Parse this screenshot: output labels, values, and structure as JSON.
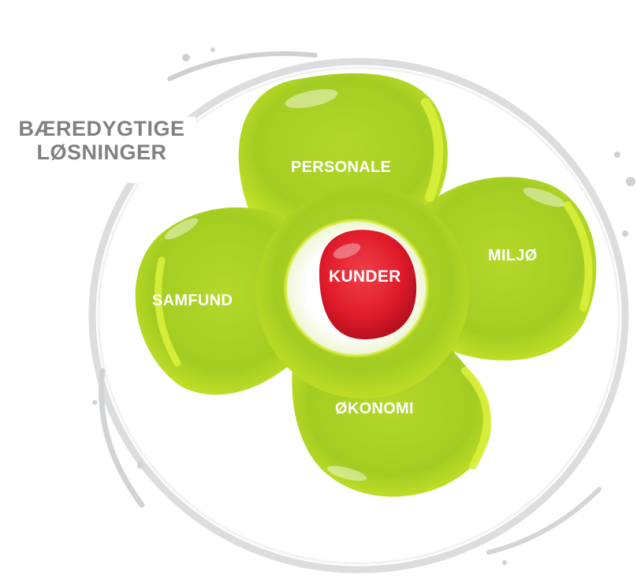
{
  "title": {
    "line1": "BÆREDYGTIGE",
    "line2": "LØSNINGER"
  },
  "center": {
    "label": "KUNDER",
    "color": "#e4202e"
  },
  "petals": [
    {
      "id": "personale",
      "label": "PERSONALE"
    },
    {
      "id": "miljo",
      "label": "MILJØ"
    },
    {
      "id": "samfund",
      "label": "SAMFUND"
    },
    {
      "id": "okonomi",
      "label": "ØKONOMI"
    }
  ],
  "colors": {
    "petal": "#a6cf24",
    "petal_highlight": "#d6ec2a",
    "ring": "#d9dadc",
    "title_text": "#7f8083",
    "label_text": "#ffffff"
  }
}
